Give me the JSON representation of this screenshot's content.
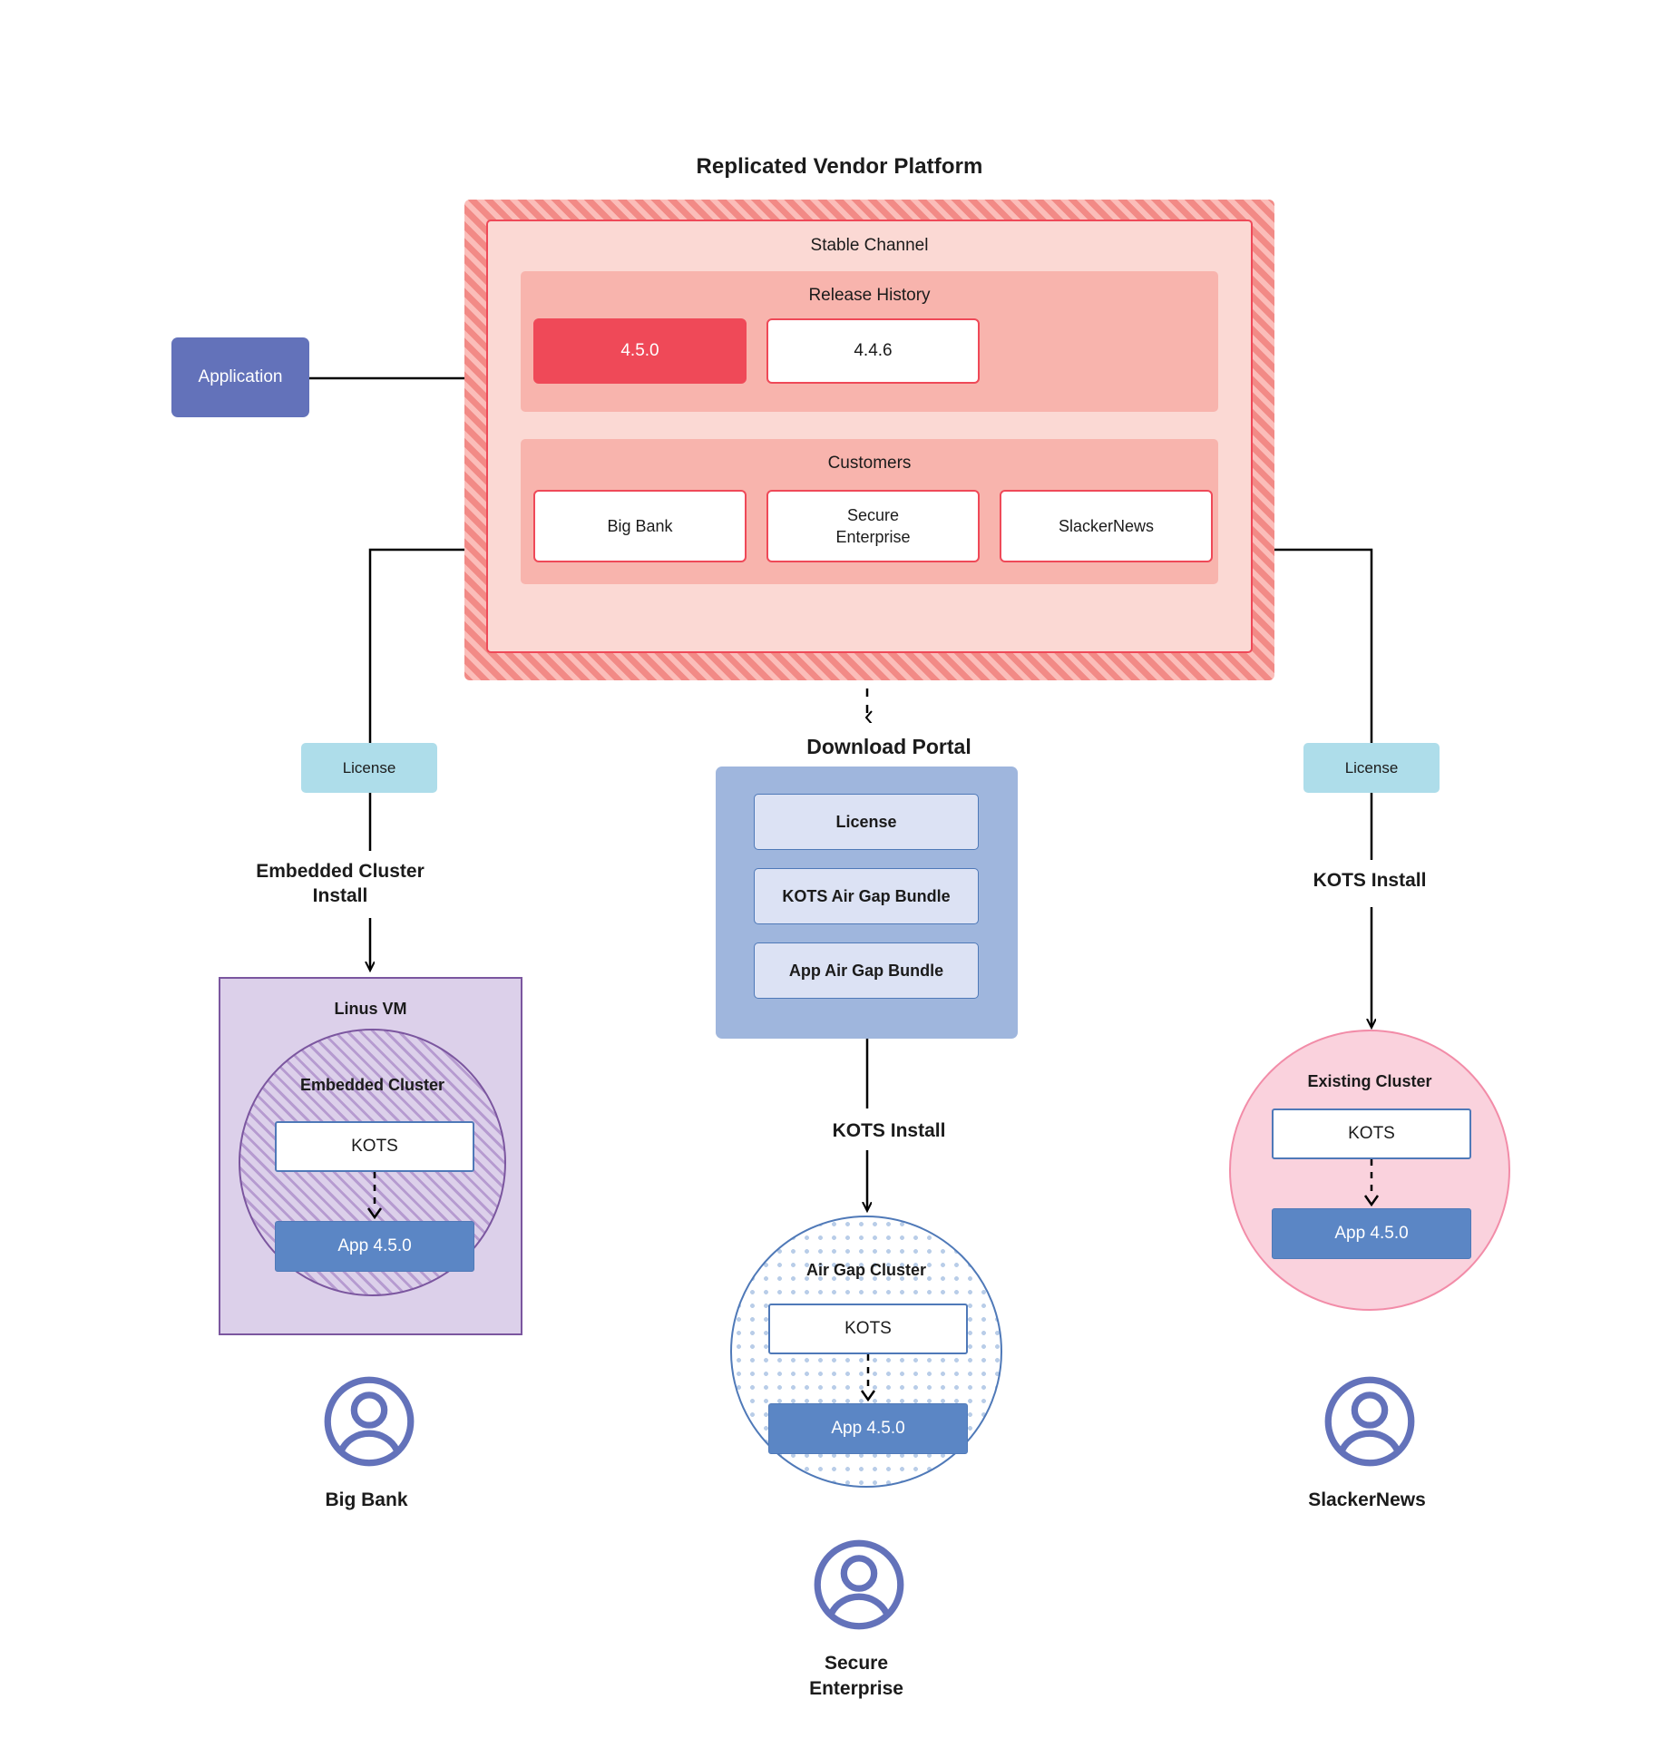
{
  "diagram": {
    "platform": {
      "title": "Replicated Vendor Platform",
      "channel_title": "Stable Channel",
      "release_history": {
        "title": "Release History",
        "releases": [
          {
            "version": "4.5.0",
            "state": "current"
          },
          {
            "version": "4.4.6",
            "state": "previous"
          }
        ]
      },
      "customers": {
        "title": "Customers",
        "items": [
          {
            "name": "Big Bank"
          },
          {
            "name": "Secure\nEnterprise"
          },
          {
            "name": "SlackerNews"
          }
        ]
      }
    },
    "application": {
      "label": "Application"
    },
    "licenses": {
      "left_label": "License",
      "right_label": "License"
    },
    "flow_labels": {
      "embedded_cluster_install": "Embedded Cluster\nInstall",
      "kots_install_right": "KOTS Install",
      "kots_install_center": "KOTS Install"
    },
    "download_portal": {
      "title": "Download  Portal",
      "items": [
        {
          "label": "License"
        },
        {
          "label": "KOTS Air Gap Bundle"
        },
        {
          "label": "App Air Gap Bundle"
        }
      ]
    },
    "linux_vm": {
      "title": "Linus VM",
      "embedded_cluster": {
        "title": "Embedded Cluster",
        "kots_label": "KOTS",
        "app_label": "App 4.5.0"
      }
    },
    "air_gap_cluster": {
      "title": "Air Gap Cluster",
      "kots_label": "KOTS",
      "app_label": "App 4.5.0"
    },
    "existing_cluster": {
      "title": "Existing Cluster",
      "kots_label": "KOTS",
      "app_label": "App 4.5.0"
    },
    "end_users": [
      {
        "name": "Big Bank",
        "icon": "user-avatar-icon"
      },
      {
        "name": "Secure\nEnterprise",
        "icon": "user-avatar-icon"
      },
      {
        "name": "SlackerNews",
        "icon": "user-avatar-icon"
      }
    ],
    "colors": {
      "platform_hatch": "#f28a86",
      "platform_hatch_light": "#fbbdb9",
      "channel_bg": "#fbd9d4",
      "section_bg": "#f8b4ad",
      "accent_red": "#ef4958",
      "application_purple": "#6372ba",
      "license_blue": "#aeddea",
      "portal_blue": "#9fb6dd",
      "portal_item_blue": "#dce2f4",
      "vm_purple": "#dcd0ea",
      "vm_purple_border": "#7b569f",
      "cluster_pink": "#fad2dd",
      "cluster_pink_border": "#f28ca8",
      "app_blue": "#5b86c5",
      "kots_border_blue": "#4f79b8",
      "avatar_purple": "#6372ba",
      "line_black": "#000000"
    }
  }
}
